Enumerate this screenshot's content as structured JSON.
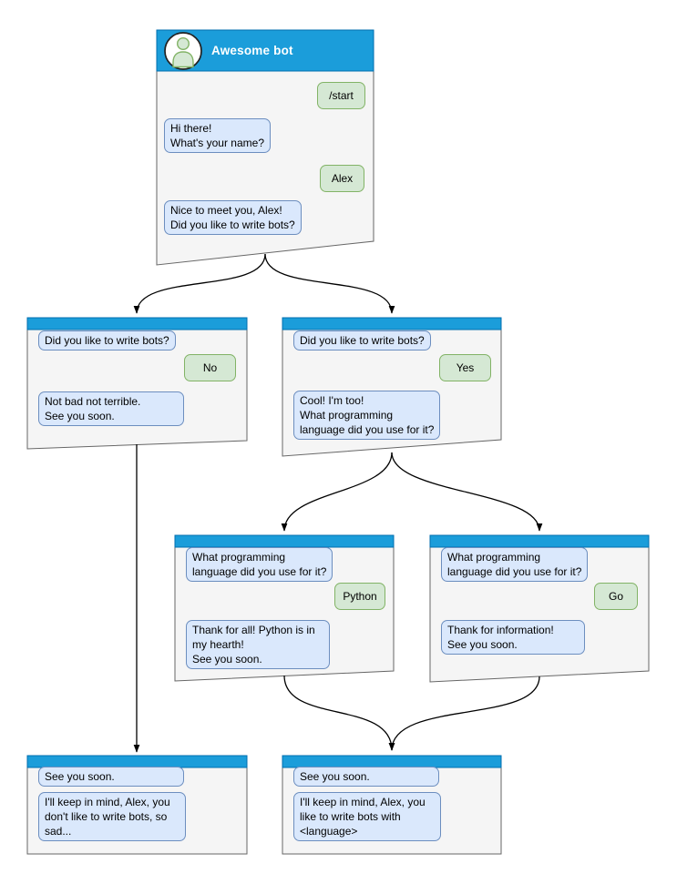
{
  "diagram": {
    "colors": {
      "header_fill": "#1b9dda",
      "header_stroke": "#006eaf",
      "window_fill": "#f5f5f5",
      "window_stroke": "#666666",
      "bot_bubble_fill": "#dae8fc",
      "bot_bubble_stroke": "#6c8ebf",
      "user_bubble_fill": "#d5e8d4",
      "user_bubble_stroke": "#82b366",
      "connector": "#000000"
    },
    "windows": {
      "main": {
        "title": "Awesome bot",
        "messages": {
          "start": "/start",
          "greeting": "Hi there!\nWhat's your name?",
          "name": "Alex",
          "question": "Nice to meet you, Alex!\nDid you like to write bots?"
        }
      },
      "branch_no": {
        "question": "Did you like to write bots?",
        "answer": "No",
        "reply": "Not bad not terrible.\nSee you soon."
      },
      "branch_yes": {
        "question": "Did you like to write bots?",
        "answer": "Yes",
        "reply": "Cool! I'm too!\nWhat programming\nlanguage did you use for it?"
      },
      "branch_python": {
        "question": "What programming\nlanguage did you use for it?",
        "answer": "Python",
        "reply": "Thank for all! Python is in\nmy hearth!\nSee you soon."
      },
      "branch_go": {
        "question": "What programming\nlanguage did you use for it?",
        "answer": "Go",
        "reply": "Thank for information!\nSee you soon."
      },
      "end_no": {
        "header_msg": "See you soon.",
        "reply": "I'll keep in mind, Alex, you\ndon't like to write bots, so\nsad..."
      },
      "end_yes": {
        "header_msg": "See you soon.",
        "reply": "I'll keep in mind, Alex, you\nlike to write bots with\n<language>"
      }
    },
    "edges": [
      {
        "from": "main",
        "to": "branch_no"
      },
      {
        "from": "main",
        "to": "branch_yes"
      },
      {
        "from": "branch_no",
        "to": "end_no"
      },
      {
        "from": "branch_yes",
        "to": "branch_python"
      },
      {
        "from": "branch_yes",
        "to": "branch_go"
      },
      {
        "from": "branch_python",
        "to": "end_yes"
      },
      {
        "from": "branch_go",
        "to": "end_yes"
      }
    ]
  }
}
